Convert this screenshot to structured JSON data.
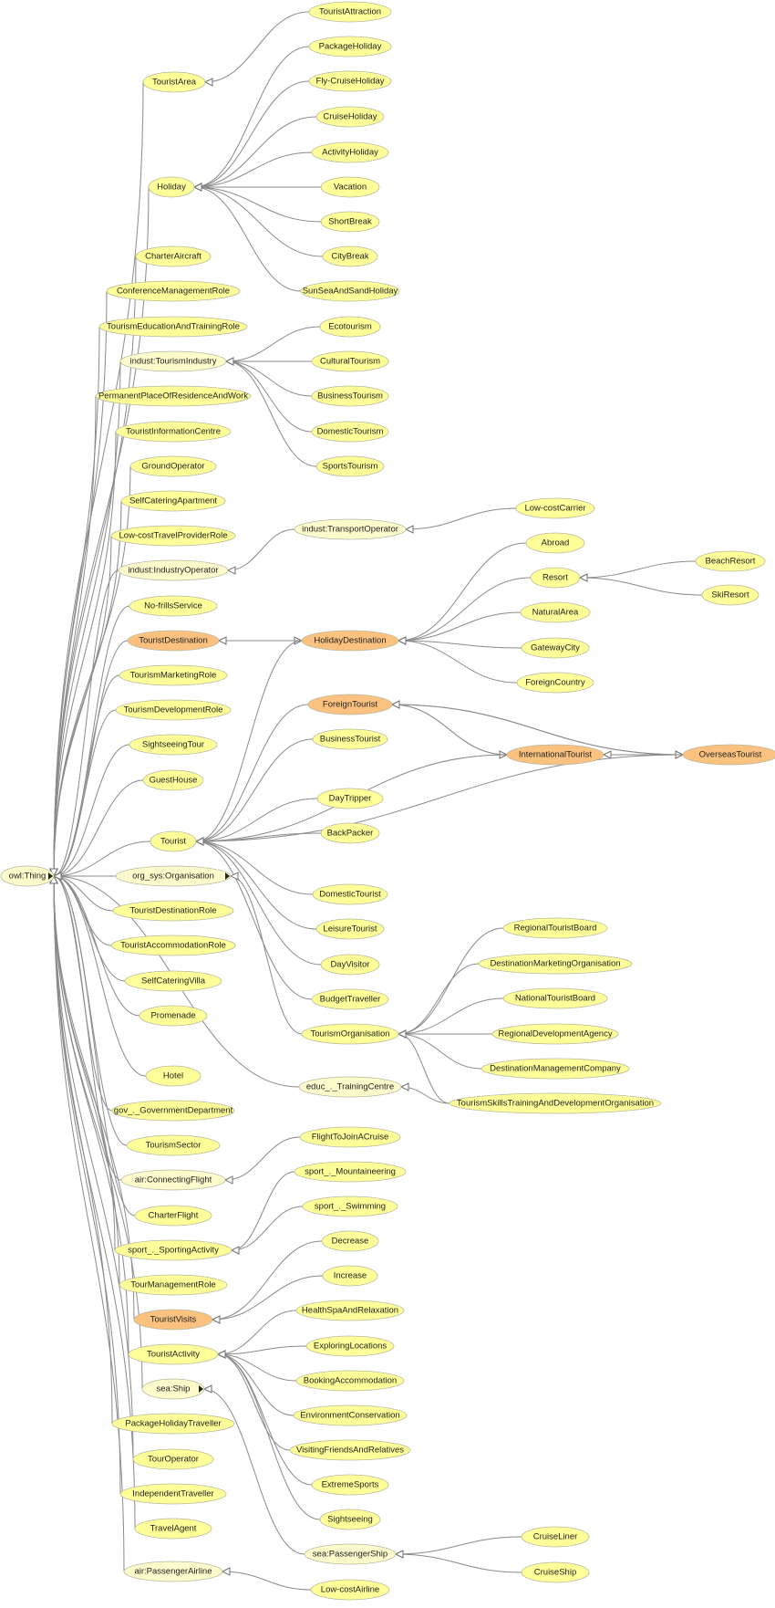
{
  "palette": {
    "class": "#ffff99",
    "external": "#fdfbcc",
    "highlight": "#fbc27f",
    "node_stroke": "#b8b8a0",
    "edge": "#8a8a8a"
  },
  "nodes": {
    "n1": {
      "label": "TouristAttraction",
      "style": "class"
    },
    "n2": {
      "label": "TouristArea",
      "style": "class"
    },
    "n3": {
      "label": "PackageHoliday",
      "style": "class"
    },
    "n4": {
      "label": "Fly-CruiseHoliday",
      "style": "class"
    },
    "n5": {
      "label": "CruiseHoliday",
      "style": "class"
    },
    "n6": {
      "label": "ActivityHoliday",
      "style": "class"
    },
    "n7": {
      "label": "Holiday",
      "style": "class"
    },
    "n8": {
      "label": "Vacation",
      "style": "class"
    },
    "n9": {
      "label": "ShortBreak",
      "style": "class"
    },
    "n10": {
      "label": "CharterAircraft",
      "style": "class"
    },
    "n11": {
      "label": "CityBreak",
      "style": "class"
    },
    "n12": {
      "label": "ConferenceManagementRole",
      "style": "class"
    },
    "n13": {
      "label": "SunSeaAndSandHoliday",
      "style": "class"
    },
    "n14": {
      "label": "TourismEducationAndTrainingRole",
      "style": "class"
    },
    "n15": {
      "label": "Ecotourism",
      "style": "class"
    },
    "n16": {
      "label": "indust:TourismIndustry",
      "style": "external"
    },
    "n17": {
      "label": "CulturalTourism",
      "style": "class"
    },
    "n18": {
      "label": "PermanentPlaceOfResidenceAndWork",
      "style": "class"
    },
    "n19": {
      "label": "BusinessTourism",
      "style": "class"
    },
    "n20": {
      "label": "TouristInformationCentre",
      "style": "class"
    },
    "n21": {
      "label": "DomesticTourism",
      "style": "class"
    },
    "n22": {
      "label": "GroundOperator",
      "style": "class"
    },
    "n23": {
      "label": "SportsTourism",
      "style": "class"
    },
    "n24": {
      "label": "SelfCateringApartment",
      "style": "class"
    },
    "n25": {
      "label": "Low-costCarrier",
      "style": "class"
    },
    "n26": {
      "label": "indust:TransportOperator",
      "style": "external"
    },
    "n27": {
      "label": "Low-costTravelProviderRole",
      "style": "class"
    },
    "n28": {
      "label": "Abroad",
      "style": "class"
    },
    "n29": {
      "label": "indust:IndustryOperator",
      "style": "external"
    },
    "n30": {
      "label": "BeachResort",
      "style": "class"
    },
    "n31": {
      "label": "Resort",
      "style": "class"
    },
    "n32": {
      "label": "No-frillsService",
      "style": "class"
    },
    "n33": {
      "label": "SkiResort",
      "style": "class"
    },
    "n34": {
      "label": "NaturalArea",
      "style": "class"
    },
    "n35": {
      "label": "TouristDestination",
      "style": "highlight"
    },
    "n36": {
      "label": "HolidayDestination",
      "style": "highlight"
    },
    "n37": {
      "label": "GatewayCity",
      "style": "class"
    },
    "n38": {
      "label": "TourismMarketingRole",
      "style": "class"
    },
    "n39": {
      "label": "ForeignCountry",
      "style": "class"
    },
    "n40": {
      "label": "ForeignTourist",
      "style": "highlight"
    },
    "n41": {
      "label": "TourismDevelopmentRole",
      "style": "class"
    },
    "n42": {
      "label": "BusinessTourist",
      "style": "class"
    },
    "n43": {
      "label": "SightseeingTour",
      "style": "class"
    },
    "n44": {
      "label": "InternationalTourist",
      "style": "highlight"
    },
    "n45": {
      "label": "OverseasTourist",
      "style": "highlight"
    },
    "n46": {
      "label": "GuestHouse",
      "style": "class"
    },
    "n47": {
      "label": "DayTripper",
      "style": "class"
    },
    "n48": {
      "label": "BackPacker",
      "style": "class"
    },
    "n49": {
      "label": "Tourist",
      "style": "class"
    },
    "n50": {
      "label": "owl:Thing",
      "style": "external"
    },
    "n51": {
      "label": "org_sys:Organisation",
      "style": "external"
    },
    "n52": {
      "label": "DomesticTourist",
      "style": "class"
    },
    "n53": {
      "label": "TouristDestinationRole",
      "style": "class"
    },
    "n54": {
      "label": "LeisureTourist",
      "style": "class"
    },
    "n55": {
      "label": "RegionalTouristBoard",
      "style": "class"
    },
    "n56": {
      "label": "TouristAccommodationRole",
      "style": "class"
    },
    "n57": {
      "label": "DayVisitor",
      "style": "class"
    },
    "n58": {
      "label": "DestinationMarketingOrganisation",
      "style": "class"
    },
    "n59": {
      "label": "SelfCateringVilla",
      "style": "class"
    },
    "n60": {
      "label": "BudgetTraveller",
      "style": "class"
    },
    "n61": {
      "label": "NationalTouristBoard",
      "style": "class"
    },
    "n62": {
      "label": "Promenade",
      "style": "class"
    },
    "n63": {
      "label": "TourismOrganisation",
      "style": "class"
    },
    "n64": {
      "label": "RegionalDevelopmentAgency",
      "style": "class"
    },
    "n65": {
      "label": "DestinationManagementCompany",
      "style": "class"
    },
    "n66": {
      "label": "Hotel",
      "style": "class"
    },
    "n67": {
      "label": "educ_._TrainingCentre",
      "style": "external"
    },
    "n68": {
      "label": "TourismSkillsTrainingAndDevelopmentOrganisation",
      "style": "class"
    },
    "n69": {
      "label": "gov_._GovernmentDepartment",
      "style": "class"
    },
    "n70": {
      "label": "FlightToJoinACruise",
      "style": "class"
    },
    "n71": {
      "label": "TourismSector",
      "style": "class"
    },
    "n72": {
      "label": "sport_._Mountaineering",
      "style": "class"
    },
    "n73": {
      "label": "air:ConnectingFlight",
      "style": "external"
    },
    "n74": {
      "label": "sport_._Swimming",
      "style": "class"
    },
    "n75": {
      "label": "CharterFlight",
      "style": "class"
    },
    "n76": {
      "label": "Decrease",
      "style": "class"
    },
    "n77": {
      "label": "sport_._SportingActivity",
      "style": "class"
    },
    "n78": {
      "label": "Increase",
      "style": "class"
    },
    "n79": {
      "label": "TourManagementRole",
      "style": "class"
    },
    "n80": {
      "label": "HealthSpaAndRelaxation",
      "style": "class"
    },
    "n81": {
      "label": "TouristVisits",
      "style": "highlight"
    },
    "n82": {
      "label": "ExploringLocations",
      "style": "class"
    },
    "n83": {
      "label": "TouristActivity",
      "style": "class"
    },
    "n84": {
      "label": "BookingAccommodation",
      "style": "class"
    },
    "n85": {
      "label": "sea:Ship",
      "style": "external"
    },
    "n86": {
      "label": "EnvironmentConservation",
      "style": "class"
    },
    "n87": {
      "label": "PackageHolidayTraveller",
      "style": "class"
    },
    "n88": {
      "label": "VisitingFriendsAndRelatives",
      "style": "class"
    },
    "n89": {
      "label": "TourOperator",
      "style": "class"
    },
    "n90": {
      "label": "ExtremeSports",
      "style": "class"
    },
    "n91": {
      "label": "IndependentTraveller",
      "style": "class"
    },
    "n92": {
      "label": "Sightseeing",
      "style": "class"
    },
    "n93": {
      "label": "TravelAgent",
      "style": "class"
    },
    "n94": {
      "label": "CruiseLiner",
      "style": "class"
    },
    "n95": {
      "label": "sea:PassengerShip",
      "style": "external"
    },
    "n96": {
      "label": "CruiseShip",
      "style": "class"
    },
    "n97": {
      "label": "air:PassengerAirline",
      "style": "external"
    },
    "n98": {
      "label": "Low-costAirline",
      "style": "class"
    }
  },
  "edges": [
    [
      "n1",
      "n2"
    ],
    [
      "n2",
      "n50"
    ],
    [
      "n3",
      "n7"
    ],
    [
      "n4",
      "n7"
    ],
    [
      "n5",
      "n7"
    ],
    [
      "n6",
      "n7"
    ],
    [
      "n8",
      "n7"
    ],
    [
      "n9",
      "n7"
    ],
    [
      "n11",
      "n7"
    ],
    [
      "n13",
      "n7"
    ],
    [
      "n7",
      "n50"
    ],
    [
      "n10",
      "n50"
    ],
    [
      "n12",
      "n50"
    ],
    [
      "n14",
      "n50"
    ],
    [
      "n15",
      "n16"
    ],
    [
      "n17",
      "n16"
    ],
    [
      "n19",
      "n16"
    ],
    [
      "n21",
      "n16"
    ],
    [
      "n23",
      "n16"
    ],
    [
      "n16",
      "n50"
    ],
    [
      "n18",
      "n50"
    ],
    [
      "n20",
      "n50"
    ],
    [
      "n22",
      "n50"
    ],
    [
      "n24",
      "n50"
    ],
    [
      "n27",
      "n50"
    ],
    [
      "n25",
      "n26"
    ],
    [
      "n26",
      "n29"
    ],
    [
      "n29",
      "n50"
    ],
    [
      "n32",
      "n50"
    ],
    [
      "n30",
      "n31"
    ],
    [
      "n33",
      "n31"
    ],
    [
      "n28",
      "n36"
    ],
    [
      "n31",
      "n36"
    ],
    [
      "n34",
      "n36"
    ],
    [
      "n37",
      "n36"
    ],
    [
      "n39",
      "n36"
    ],
    [
      "n35",
      "n36"
    ],
    [
      "n36",
      "n35"
    ],
    [
      "n35",
      "n50"
    ],
    [
      "n36",
      "n49"
    ],
    [
      "n38",
      "n50"
    ],
    [
      "n41",
      "n50"
    ],
    [
      "n43",
      "n50"
    ],
    [
      "n46",
      "n50"
    ],
    [
      "n40",
      "n44"
    ],
    [
      "n44",
      "n40"
    ],
    [
      "n40",
      "n45"
    ],
    [
      "n45",
      "n40"
    ],
    [
      "n44",
      "n45"
    ],
    [
      "n45",
      "n44"
    ],
    [
      "n40",
      "n49"
    ],
    [
      "n42",
      "n49"
    ],
    [
      "n44",
      "n49"
    ],
    [
      "n45",
      "n49"
    ],
    [
      "n47",
      "n49"
    ],
    [
      "n48",
      "n49"
    ],
    [
      "n52",
      "n49"
    ],
    [
      "n54",
      "n49"
    ],
    [
      "n57",
      "n49"
    ],
    [
      "n60",
      "n49"
    ],
    [
      "n49",
      "n50"
    ],
    [
      "n51",
      "n50"
    ],
    [
      "n63",
      "n51"
    ],
    [
      "n55",
      "n63"
    ],
    [
      "n58",
      "n63"
    ],
    [
      "n61",
      "n63"
    ],
    [
      "n64",
      "n63"
    ],
    [
      "n65",
      "n63"
    ],
    [
      "n68",
      "n63"
    ],
    [
      "n68",
      "n67"
    ],
    [
      "n67",
      "n50"
    ],
    [
      "n53",
      "n50"
    ],
    [
      "n56",
      "n50"
    ],
    [
      "n59",
      "n50"
    ],
    [
      "n62",
      "n50"
    ],
    [
      "n66",
      "n50"
    ],
    [
      "n69",
      "n50"
    ],
    [
      "n71",
      "n50"
    ],
    [
      "n70",
      "n73"
    ],
    [
      "n73",
      "n50"
    ],
    [
      "n75",
      "n50"
    ],
    [
      "n72",
      "n77"
    ],
    [
      "n74",
      "n77"
    ],
    [
      "n77",
      "n50"
    ],
    [
      "n79",
      "n50"
    ],
    [
      "n76",
      "n81"
    ],
    [
      "n78",
      "n81"
    ],
    [
      "n81",
      "n50"
    ],
    [
      "n80",
      "n83"
    ],
    [
      "n82",
      "n83"
    ],
    [
      "n84",
      "n83"
    ],
    [
      "n86",
      "n83"
    ],
    [
      "n88",
      "n83"
    ],
    [
      "n90",
      "n83"
    ],
    [
      "n92",
      "n83"
    ],
    [
      "n83",
      "n50"
    ],
    [
      "n85",
      "n50"
    ],
    [
      "n95",
      "n85"
    ],
    [
      "n94",
      "n95"
    ],
    [
      "n96",
      "n95"
    ],
    [
      "n87",
      "n50"
    ],
    [
      "n89",
      "n50"
    ],
    [
      "n91",
      "n50"
    ],
    [
      "n93",
      "n50"
    ],
    [
      "n97",
      "n50"
    ],
    [
      "n98",
      "n97"
    ]
  ]
}
